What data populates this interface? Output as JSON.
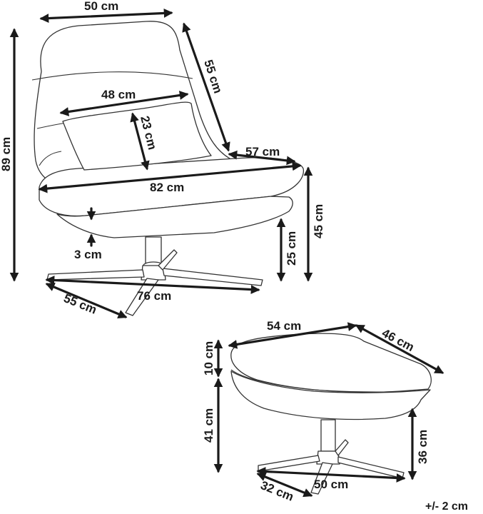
{
  "colors": {
    "line": "#333333",
    "dimension": "#1a1a1a",
    "background": "#ffffff"
  },
  "chair": {
    "width_top": "50 cm",
    "backrest_depth": "55 cm",
    "cushion_width": "48 cm",
    "cushion_height": "23 cm",
    "seat_depth": "57 cm",
    "total_height": "89 cm",
    "seat_diagonal": "82 cm",
    "seat_thickness": "3 cm",
    "seat_height": "45 cm",
    "base_height": "25 cm",
    "base_span": "76 cm",
    "base_depth": "55 cm"
  },
  "ottoman": {
    "width": "54 cm",
    "depth": "46 cm",
    "cushion_thickness": "10 cm",
    "total_height": "41 cm",
    "base_height": "36 cm",
    "base_span": "50 cm",
    "base_depth": "32 cm"
  },
  "tolerance": "+/- 2 cm"
}
